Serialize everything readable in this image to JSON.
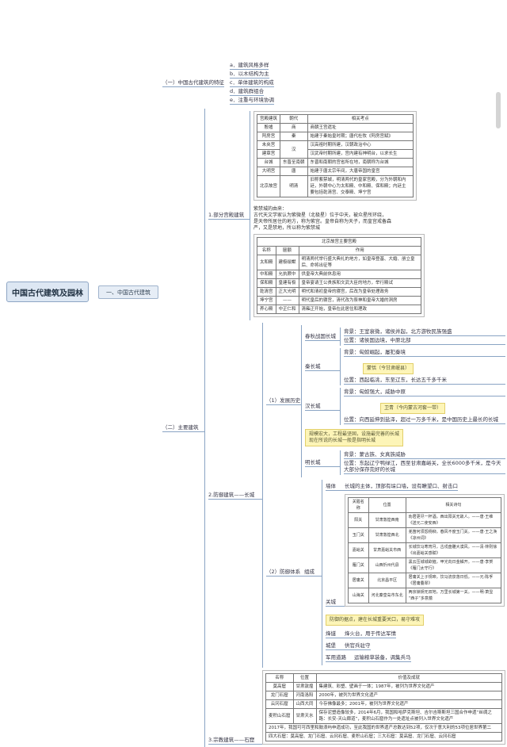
{
  "root": "中国古代建筑及园林",
  "level1": "一、中国古代建筑",
  "features": {
    "title": "（一）中国古代建筑的特征",
    "items": [
      "a．建筑风格多样",
      "b．以木结构为主",
      "c．单体建筑的构成",
      "d．建筑群组合",
      "e．注重与环境协调"
    ]
  },
  "main": {
    "title": "（二）主要建筑",
    "palace": {
      "title": "1.部分宫殿建筑",
      "table1": {
        "headers": [
          "宫殿建筑",
          "朝代",
          "相关考点"
        ],
        "rows": [
          [
            "殷墟",
            "商",
            "商朝王宫遗址"
          ],
          [
            "阿房宫",
            "秦",
            "始建于秦始皇时期；唐代杜牧《阿房宫赋》"
          ],
          [
            "未央宫",
            "汉",
            "汉高祖时期所建，汉朝政治中心"
          ],
          [
            "建章宫",
            "",
            "汉武帝时期所建，宫内建有神明台，以求长生"
          ],
          [
            "台城",
            "东晋至南朝",
            "东晋和南朝的宫省所在地，南朝称为台城"
          ],
          [
            "大明宫",
            "唐",
            "始建于唐太宗年间，大唐帝国的皇宫"
          ],
          [
            "北京故宫",
            "明清",
            "旧称紫禁城，明清两代的皇家宫殿，分为外朝和内廷，外朝中心为太和殿、中和殿、保和殿；内廷主要包括乾清宫、交泰殿、坤宁宫"
          ]
        ]
      },
      "forbidden_note": [
        "紫禁城的由来：",
        "古代天文学家认为紫微星（北极星）位于中天，被众星所环绕，",
        "是天帝所居住的地方，称为紫宫。皇帝自称为天子，而皇宫戒备森",
        "严，又是禁地，所以称为紫禁城"
      ],
      "table2": {
        "title": "北京故宫主要宫殿",
        "headers": [
          "名称",
          "匾额",
          "作用"
        ],
        "rows": [
          [
            "太和殿",
            "建极绥猷",
            "明清两代举行盛大典礼的地方，如皇帝登基、大婚、册立皇后、命将出征等"
          ],
          [
            "中和殿",
            "允执厥中",
            "供皇帝大典前休息用"
          ],
          [
            "保和殿",
            "皇建有极",
            "皇帝宴请王公贵族和文武大臣的地方，举行殿试"
          ],
          [
            "乾清宫",
            "正大光明",
            "明代和清初皇帝的寝宫，后改为皇帝处理政务"
          ],
          [
            "坤宁宫",
            "——",
            "明代皇后的寝宫，清代改为祭神和皇帝大婚的洞房"
          ],
          [
            "养心殿",
            "中正仁和",
            "清雍正开始，皇帝在此居住和理政"
          ]
        ]
      }
    },
    "wall": {
      "title": "2.防御建筑——长城",
      "history": {
        "title": "（1）发展历史",
        "chunqiu": {
          "label": "春秋战国长城",
          "bg": "背景：王室衰微，诸侯并起，北方游牧民族强盛",
          "pos": "位置：诸侯国边境，中原北部"
        },
        "qin": {
          "label": "秦长城",
          "bg": "背景：匈奴崛起，屡犯秦境",
          "call": "蒙恬（今甘肃岷县）",
          "pos": "位置：西起临洮，东至辽东，长达五千多千米"
        },
        "han": {
          "label": "汉长城",
          "bg": "背景：匈奴强大，威胁中原",
          "call": "卫青（今内蒙古河套一带）",
          "pos": "位置：向西延伸到盐泽，超过一万多千米，是中国历史上最长的长城"
        },
        "ming_call": [
          "规模宏大，工程最坚固，设施最完善的长城",
          "现在所说的长城一般是指明长城"
        ],
        "ming": {
          "label": "明长城",
          "bg": "背景：蒙古族、女真族威胁",
          "pos": "位置：东起辽宁鸭绿江，西至甘肃嘉峪关，全长6000多千米，是今天大部分保存完好的长城"
        }
      },
      "defense": {
        "title": "（2）防御体系",
        "compose": "组成",
        "wallbody": {
          "label": "墙体",
          "text": "长城的主体，顶部有垛口墙，设有瞭望口、射击口"
        },
        "passes": {
          "label": "关城",
          "headers": [
            "关隘名称",
            "位置",
            "相关诗句"
          ],
          "rows": [
            [
              "阳关",
              "甘肃敦煌西南",
              "劝君更尽一杯酒，西出阳关无故人。——唐·王维《送元二使安西》"
            ],
            [
              "玉门关",
              "甘肃敦煌西北",
              "羌笛何须怨杨柳，春风不度玉门关。——唐·王之涣《凉州词》"
            ],
            [
              "嘉峪关",
              "甘肃嘉峪关市西",
              "长城饮马寒宵月，古戍盘雕大漠风。——清·林则徐《出嘉峪关感赋》"
            ],
            [
              "雁门关",
              "山西忻州代县",
              "黑云压城城欲摧，甲光向日金鳞开。——唐·李贺《雁门太守行》"
            ],
            [
              "居庸关",
              "北京昌平区",
              "居庸关上子规啼，饮马流泉落日低。——元·陈孚《居庸叠翠》"
            ],
            [
              "山海关",
              "河北秦皇岛市东北",
              "两京锁钥无双地，万里长城第一关。——明·萧显 “西子”多意蕴"
            ]
          ],
          "call": "防御的据点，建在长城重要关口，易守难攻"
        },
        "beacon": {
          "label": "烽燧",
          "text": "烽火台，用于传达军情"
        },
        "fort": {
          "label": "城堡",
          "text": "供官兵驻守"
        },
        "road": {
          "label": "军用道路",
          "text": "运输粮草装备，调集兵马"
        }
      }
    },
    "grotto": {
      "title": "3.宗教建筑——石窟",
      "headers": [
        "名称",
        "位置",
        "价值及成就"
      ],
      "rows": [
        [
          "莫高窟",
          "甘肃敦煌",
          "集建筑、彩塑、壁画于一体；1987年，被列为世界文化遗产"
        ],
        [
          "龙门石窟",
          "河南洛阳",
          "2000年，被列为世界文化遗产"
        ],
        [
          "云冈石窟",
          "山西大同",
          "今存佛像最多；2001年，被列为世界文化遗产"
        ],
        [
          "麦积山石窟",
          "甘肃天水",
          "保存泥塑造像较多，2014年6月，我国和哈萨克斯坦、吉尔吉斯斯坦三国合作申遗“丝绸之路：长安-天山廊道”，麦积山石窟作为一处遗址点被列入世界文化遗产"
        ]
      ],
      "notes": [
        "2017年，我国可可西里和鼓浪屿申遗成功，至此我国的世界遗产总数达到52项，仅次于意大利的53项位居世界第二",
        "四大石窟：莫高窟、龙门石窟、云冈石窟、麦积山石窟；三大石窟：莫高窟、龙门石窟、云冈石窟"
      ]
    }
  }
}
